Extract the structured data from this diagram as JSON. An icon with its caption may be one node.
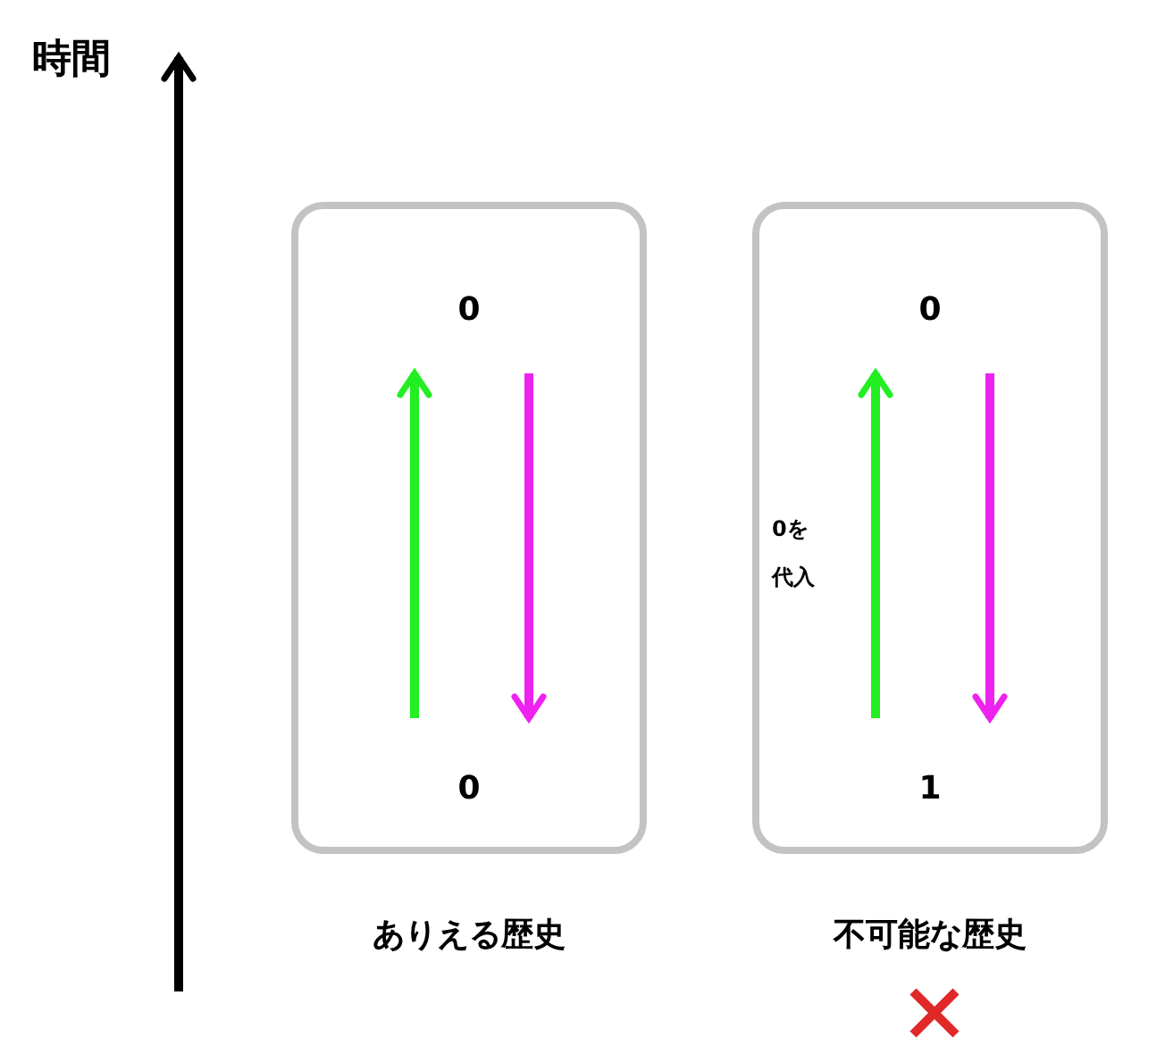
{
  "diagram": {
    "nodes": [
      {
        "text": [],
        "shape": "box",
        "beside": [
          "ありえる歴史"
        ]
      },
      {
        "text": [
          "0"
        ],
        "in": 0
      },
      {
        "text": [
          "0"
        ],
        "in": 0
      },
      {
        "text": [],
        "shape": "box",
        "beside": [
          "不可能な歴史"
        ]
      },
      {
        "text": [
          "0"
        ],
        "in": 3
      },
      {
        "text": [
          "1"
        ],
        "in": 3
      }
    ],
    "edges": [
      {
        "from": 2,
        "to": 1,
        "arrow": "to",
        "color": "#22ee22"
      },
      {
        "from": 1,
        "to": 2,
        "arrow": "to",
        "color": "#ee22ee"
      },
      {
        "from": 5,
        "to": 4,
        "arrow": "to",
        "label": "0を代入",
        "color": "#22ee22"
      },
      {
        "from": 4,
        "to": 5,
        "arrow": "to",
        "color": "#ee22ee"
      }
    ],
    "labels": [
      "時間"
    ]
  }
}
